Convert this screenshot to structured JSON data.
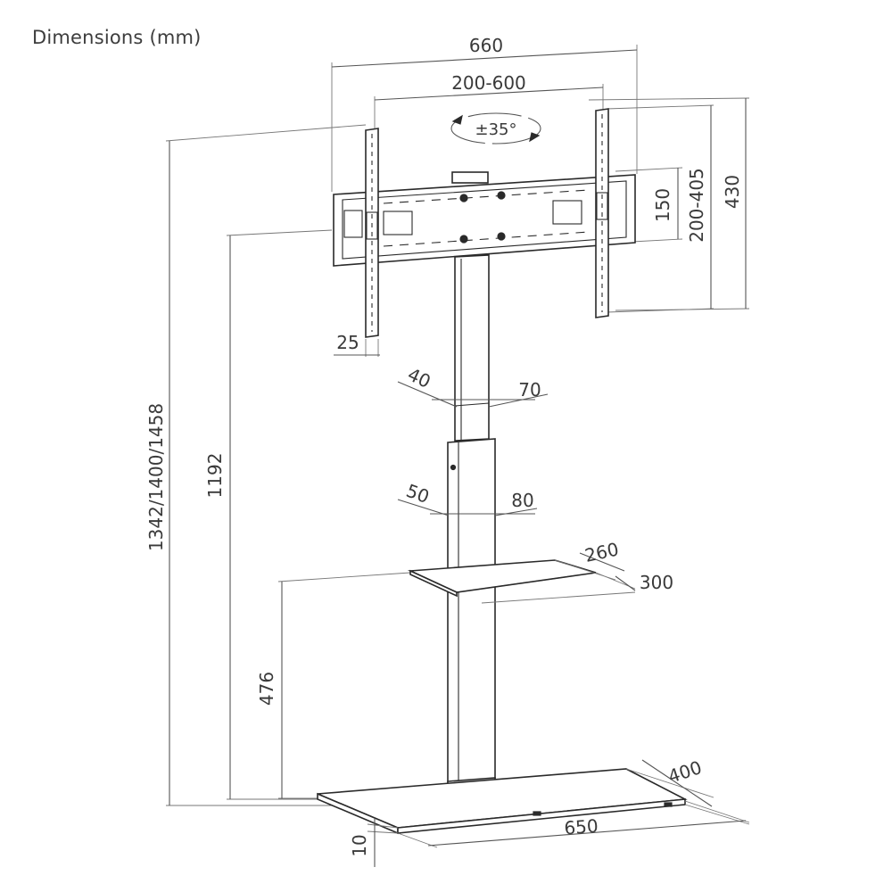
{
  "title": "Dimensions (mm)",
  "dimensions": {
    "overall_width": "660",
    "vesa_width": "200-600",
    "tilt": "±35°",
    "bracket_depth": "150",
    "vesa_height": "200-405",
    "bracket_height": "430",
    "total_height": "1342/1400/1458",
    "pole_height": "1192",
    "arm_thickness": "25",
    "upper_pole_a": "40",
    "upper_pole_b": "70",
    "lower_pole_a": "50",
    "lower_pole_b": "80",
    "shelf_depth": "260",
    "shelf_width": "300",
    "shelf_height": "476",
    "base_depth": "400",
    "base_width": "650",
    "base_thickness": "10"
  }
}
